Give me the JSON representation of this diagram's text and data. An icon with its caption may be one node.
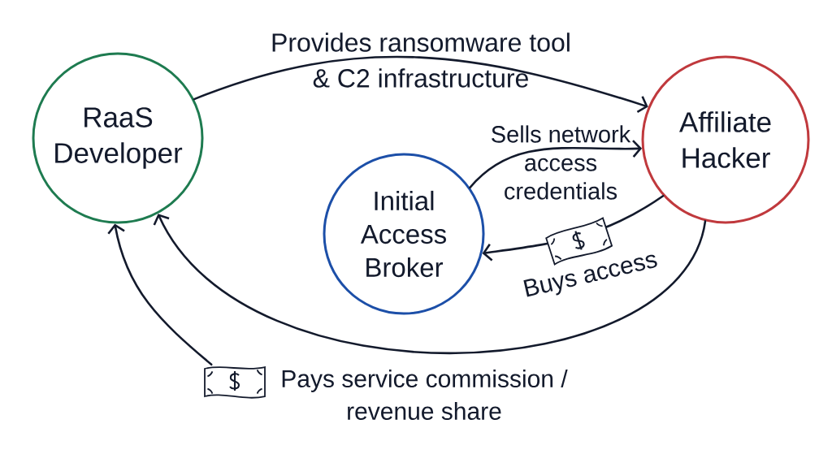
{
  "diagram": {
    "nodes": [
      {
        "text": [
          "RaaS Developer"
        ]
      },
      {
        "text": [
          "Affiliate Hacker"
        ]
      },
      {
        "text": [
          "Initial Access Broker"
        ]
      },
      {
        "text": [],
        "shape": "picture",
        "beside": [
          "Pays service commission / revenue share"
        ]
      }
    ],
    "edges": [
      {
        "from": 0,
        "to": 1,
        "arrow": "to",
        "label": "Provides ransomware tool & C2 infrastructure"
      },
      {
        "from": 2,
        "to": 1,
        "arrow": "to",
        "label": "Sells network access credentials"
      },
      {
        "from": 1,
        "to": 2,
        "arrow": "to",
        "label": "Buys access"
      },
      {
        "from": 1,
        "to": 0,
        "arrow": "to"
      },
      {
        "from": 3,
        "to": 0,
        "arrow": "to"
      }
    ]
  }
}
